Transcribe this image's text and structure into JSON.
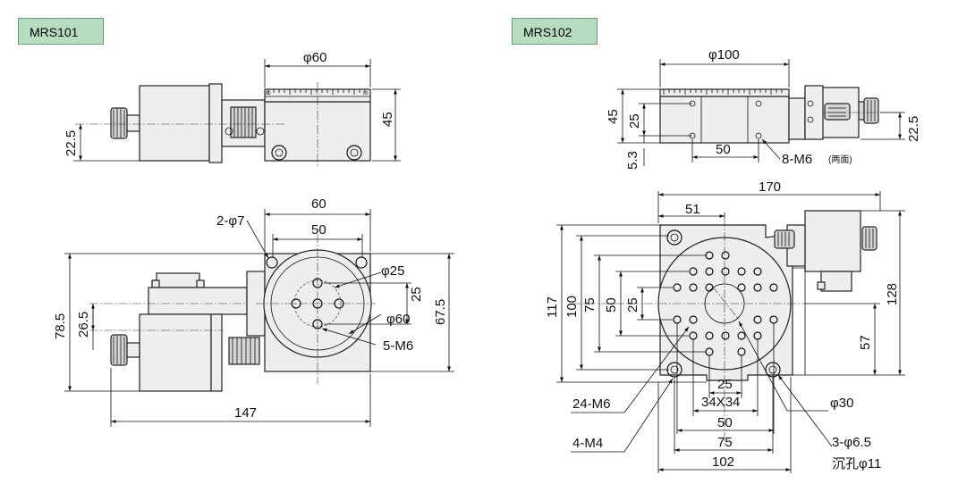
{
  "models": {
    "left": "MRS101",
    "right": "MRS102"
  },
  "mrs101": {
    "side": {
      "dia": "φ60",
      "height": "45",
      "shaft": "22.5"
    },
    "top": {
      "width_outer": "60",
      "width_inner": "50",
      "pin_holes": "2-φ7",
      "bolt_circle": "φ25",
      "pitch": "25",
      "table": "φ60",
      "taps": "5-M6",
      "depth": "67.5",
      "overall_height": "78.5",
      "axis_offset": "26.5",
      "overall_length": "147"
    }
  },
  "mrs102": {
    "side": {
      "dia": "φ100",
      "height": "45",
      "upper": "25",
      "lower": "5.3",
      "pitch": "50",
      "taps": "8-M6",
      "taps_note": "(两面)",
      "shaft": "22.5"
    },
    "top": {
      "overall_width": "170",
      "offset": "51",
      "h117": "117",
      "h100": "100",
      "h75": "75",
      "h50": "50",
      "h25": "25",
      "overall_height": "128",
      "h57": "57",
      "taps24": "24-M6",
      "bore": "φ30",
      "grid25": "25",
      "grid": "34X34",
      "w50": "50",
      "w75": "75",
      "w102": "102",
      "m4": "4-M4",
      "cbore": "3-φ6.5",
      "cbore2": "沉孔φ11"
    }
  }
}
